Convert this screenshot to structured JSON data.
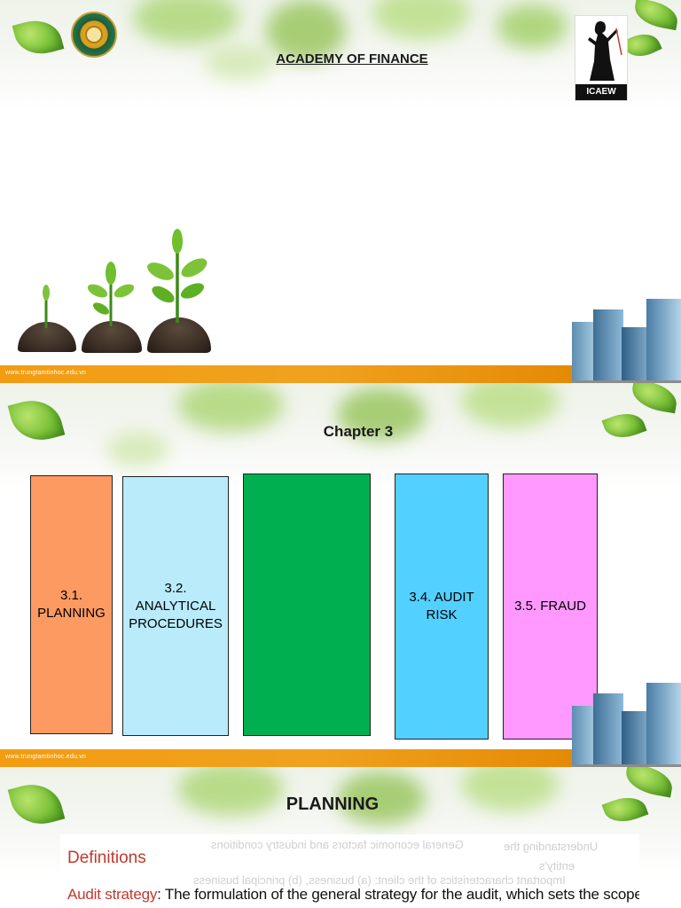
{
  "slide1": {
    "title": "ACADEMY OF FINANCE",
    "logo_left_icon": "academy-of-finance-seal-icon",
    "logo_right_label": "ICAEW",
    "footer_url": "www.trungtamtinhoc.edu.vn"
  },
  "slide2": {
    "title": "Chapter 3",
    "footer_url": "www.trungtamtinhoc.edu.vn",
    "boxes": [
      {
        "label": "3.1. PLANNING",
        "color": "#fd9a62"
      },
      {
        "label": "3.2. ANALYTICAL PROCEDURES",
        "color": "#b9ebfb"
      },
      {
        "label": "",
        "color": "#00b050"
      },
      {
        "label": "3.4. AUDIT RISK",
        "color": "#52d0ff"
      },
      {
        "label": "3.5. FRAUD",
        "color": "#ff99ff"
      }
    ]
  },
  "slide3": {
    "title": "PLANNING",
    "doc_heading": "Definitions",
    "doc_term": "Audit strategy",
    "doc_text": ": The formulation of the general strategy for the audit, which sets the scope, timing and",
    "bleed_through": [
      "Understanding the",
      "General economic factors and industry conditions",
      "entity's",
      "Important characteristics of the client: (a) business, (b) principal business"
    ]
  }
}
